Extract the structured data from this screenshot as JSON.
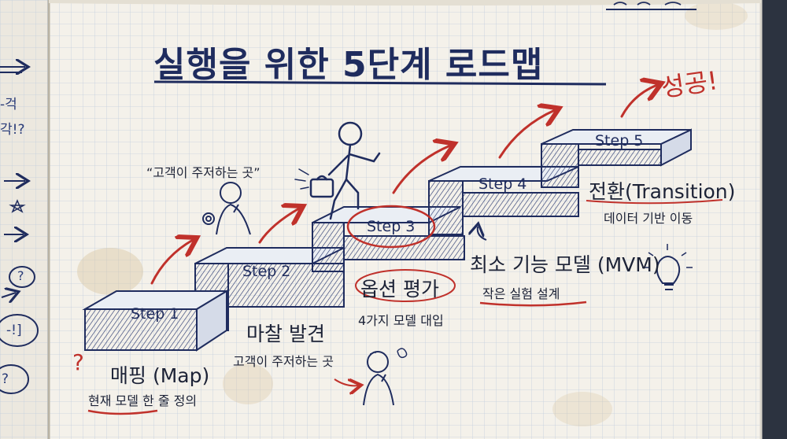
{
  "title": "실행을 위한 5단계 로드맵",
  "success": "성공!",
  "thought": "“고객이 주저하는 곳”",
  "steps": [
    {
      "label": "Step 1",
      "heading": "매핑 (Map)",
      "desc": "현재 모델 한 줄 정의"
    },
    {
      "label": "Step 2",
      "heading": "마찰 발견",
      "desc": "고객이 주저하는 곳"
    },
    {
      "label": "Step 3",
      "heading": "옵션 평가",
      "desc": "4가지 모델 대입"
    },
    {
      "label": "Step 4",
      "heading": "최소 기능 모델 (MVM)",
      "desc": "작은 실험 설계"
    },
    {
      "label": "Step 5",
      "heading": "전환(Transition)",
      "desc": "데이터 기반 이동"
    }
  ],
  "margin_notes": [
    "-걱",
    "각!?",
    "?",
    "-!]",
    "?"
  ],
  "colors": {
    "ink": "#1f2c5e",
    "red": "#c0312b",
    "paper": "#f4f1ea",
    "grid": "#c3cedd"
  }
}
